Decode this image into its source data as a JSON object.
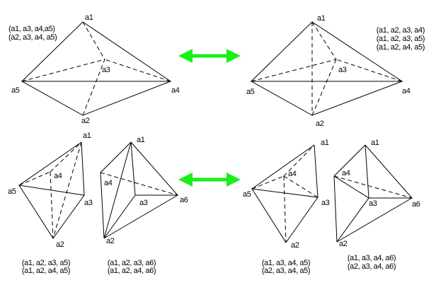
{
  "colors": {
    "arrow": "#19f019",
    "line": "#000000"
  },
  "top_left": {
    "labels": {
      "a1": "a1",
      "a2": "a2",
      "a3": "a3",
      "a4": "a4",
      "a5": "a5"
    },
    "tetrahedra": [
      "(a1, a3, a4,a5)",
      "(a2, a3, a4, a5)"
    ]
  },
  "top_right": {
    "labels": {
      "a1": "a1",
      "a2": "a2",
      "a3": "a3",
      "a4": "a4",
      "a5": "a5"
    },
    "tetrahedra": [
      "(a1, a2, a3, a4)",
      "(a1, a2, a3, a5)",
      "(a1, a2, a4, a5)"
    ]
  },
  "bottom_left_a": {
    "labels": {
      "a1": "a1",
      "a2": "a2",
      "a3": "a3",
      "a4": "a4",
      "a5": "a5"
    },
    "tetrahedra": [
      "(a1, a2, a3, a5)",
      "(a1, a2, a4, a5)"
    ]
  },
  "bottom_left_b": {
    "labels": {
      "a1": "a1",
      "a2": "a2",
      "a3": "a3",
      "a4": "a4",
      "a6": "a6"
    },
    "tetrahedra": [
      "(a1, a2, a3, a6)",
      "(a1, a2, a4, a6)"
    ]
  },
  "bottom_right_a": {
    "labels": {
      "a1": "a1",
      "a2": "a2",
      "a3": "a3",
      "a4": "a4",
      "a5": "a5"
    },
    "tetrahedra": [
      "(a1, a3, a4, a5)",
      "(a2, a3, a4, a5)"
    ]
  },
  "bottom_right_b": {
    "labels": {
      "a1": "a1",
      "a2": "a2",
      "a3": "a3",
      "a4": "a4",
      "a6": "a6"
    },
    "tetrahedra": [
      "(a1, a3, a4, a6)",
      "(a2, a3, a4, a6)"
    ]
  }
}
